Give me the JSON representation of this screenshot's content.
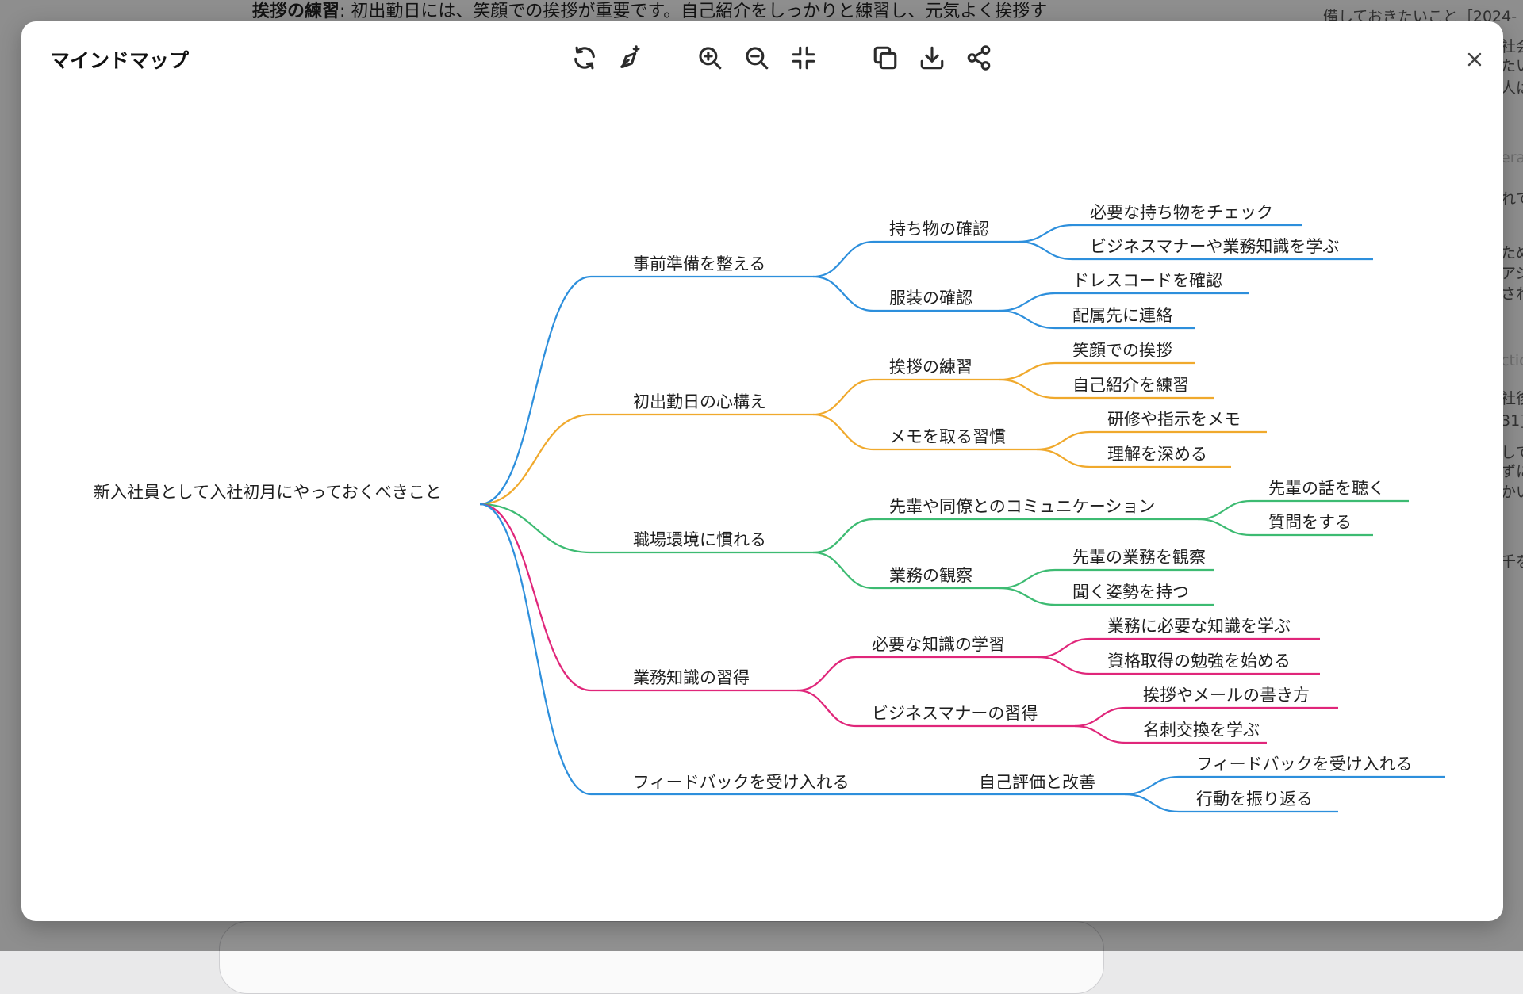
{
  "background": {
    "top_bullet_bold": "挨拶の練習",
    "top_bullet_rest": ": 初出勤日には、笑顔での挨拶が重要です。自己紹介をしっかりと練習し、元気よく挨拶す",
    "sidebar_top": "備しておきたいこと［2024-",
    "sidebar_fragments": [
      "社会",
      "たい",
      "人は",
      "era",
      "れて",
      "ため",
      "アジ",
      "され",
      "ctic",
      "社後",
      "31]",
      "して",
      "ずに",
      "かい",
      "千を"
    ]
  },
  "modal": {
    "title": "マインドマップ",
    "toolbar": [
      {
        "name": "refresh-button",
        "icon": "refresh-icon"
      },
      {
        "name": "edit-button",
        "icon": "magic-pen-icon"
      },
      {
        "name": "zoom-in-button",
        "icon": "zoom-in-icon"
      },
      {
        "name": "zoom-out-button",
        "icon": "zoom-out-icon"
      },
      {
        "name": "fit-button",
        "icon": "collapse-icon"
      },
      {
        "name": "copy-button",
        "icon": "copy-icon"
      },
      {
        "name": "download-button",
        "icon": "download-icon"
      },
      {
        "name": "share-button",
        "icon": "share-icon"
      }
    ],
    "close_icon": "close-icon"
  },
  "mindmap": {
    "root": "新入社員として入社初月にやっておくべきこと",
    "colors": [
      "#2d8fdc",
      "#f0a92c",
      "#3dbb72",
      "#e0267a",
      "#2d8fdc"
    ],
    "branches": [
      {
        "label": "事前準備を整える",
        "children": [
          {
            "label": "持ち物の確認",
            "children": [
              "必要な持ち物をチェック",
              "ビジネスマナーや業務知識を学ぶ"
            ]
          },
          {
            "label": "服装の確認",
            "children": [
              "ドレスコードを確認",
              "配属先に連絡"
            ]
          }
        ]
      },
      {
        "label": "初出勤日の心構え",
        "children": [
          {
            "label": "挨拶の練習",
            "children": [
              "笑顔での挨拶",
              "自己紹介を練習"
            ]
          },
          {
            "label": "メモを取る習慣",
            "children": [
              "研修や指示をメモ",
              "理解を深める"
            ]
          }
        ]
      },
      {
        "label": "職場環境に慣れる",
        "children": [
          {
            "label": "先輩や同僚とのコミュニケーション",
            "children": [
              "先輩の話を聴く",
              "質問をする"
            ]
          },
          {
            "label": "業務の観察",
            "children": [
              "先輩の業務を観察",
              "聞く姿勢を持つ"
            ]
          }
        ]
      },
      {
        "label": "業務知識の習得",
        "children": [
          {
            "label": "必要な知識の学習",
            "children": [
              "業務に必要な知識を学ぶ",
              "資格取得の勉強を始める"
            ]
          },
          {
            "label": "ビジネスマナーの習得",
            "children": [
              "挨拶やメールの書き方",
              "名刺交換を学ぶ"
            ]
          }
        ]
      },
      {
        "label": "フィードバックを受け入れる",
        "children": [
          {
            "label": "自己評価と改善",
            "children": [
              "フィードバックを受け入れる",
              "行動を振り返る"
            ]
          }
        ]
      }
    ]
  }
}
